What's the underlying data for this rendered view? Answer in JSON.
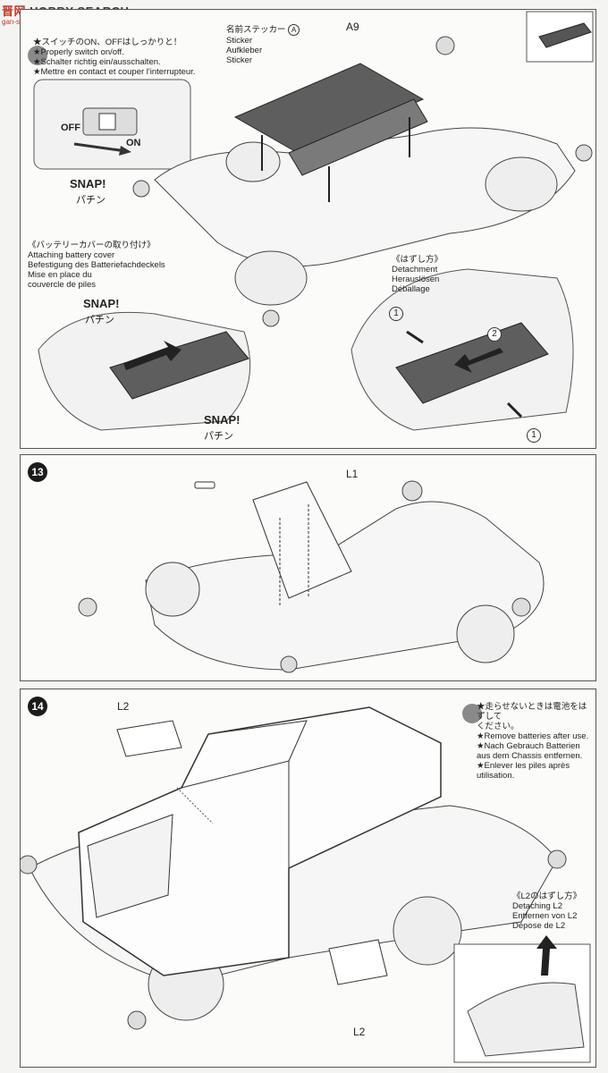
{
  "watermark": {
    "left": "晋网",
    "brand": "HOBBY SEARCH",
    "sub": "gan-shan.com"
  },
  "top_panel": {
    "switch_note": [
      "★スイッチのON、OFFはしっかりと！",
      "★Properly switch on/off.",
      "★Schalter richtig ein/ausschalten.",
      "★Mettre en contact et couper l'interrupteur."
    ],
    "off_label": "OFF",
    "on_label": "ON",
    "snap_label": "SNAP!",
    "snap_jp": "パチン",
    "part_a9": "A9",
    "sticker_lines": [
      "名前ステッカー",
      "Sticker",
      "Aufkleber",
      "Sticker"
    ],
    "sticker_ref": "A",
    "attach_lines": [
      "《バッテリーカバーの取り付け》",
      "Attaching battery cover",
      "Befestigung des Batteriefachdeckels",
      "Mise en place du",
      "couvercle de piles"
    ],
    "detach_lines": [
      "《はずし方》",
      "Detachment",
      "Herauslösen",
      "Déballage"
    ],
    "num_1": "1",
    "num_2": "2"
  },
  "step13": {
    "number": "13",
    "part": "L1"
  },
  "step14": {
    "number": "14",
    "part_l2": "L2",
    "battery_note": [
      "★走らせないときは電池をはずして",
      "ください。",
      "★Remove batteries after use.",
      "★Nach Gebrauch Batterien",
      "aus dem Chassis entfernen.",
      "★Enlever les piles après",
      "utilisation."
    ],
    "l2_detach": [
      "《L2のはずし方》",
      "Detaching L2",
      "Entfernen von L2",
      "Dépose de L2"
    ]
  }
}
